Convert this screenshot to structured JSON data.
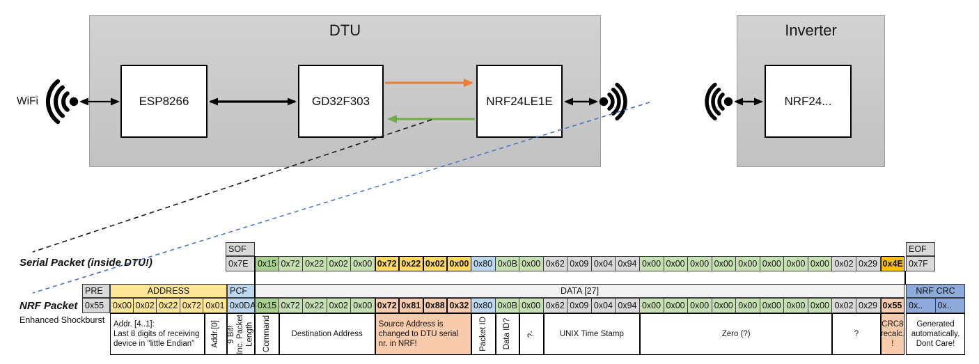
{
  "colors": {
    "accent_orange": "#ED7D31",
    "accent_green": "#70AD47",
    "dashed_blue": "#4472C4",
    "dashed_black": "#000000"
  },
  "diagram": {
    "wifi_label": "WiFi",
    "dtu_title": "DTU",
    "inverter_title": "Inverter",
    "esp_label": "ESP8266",
    "gd_label": "GD32F303",
    "nrf_dtu_label": "NRF24LE1E",
    "nrf_inv_label": "NRF24..."
  },
  "serial": {
    "label": "Serial Packet (inside DTU!)",
    "sof_header": "SOF",
    "sof_value": "0x7E",
    "eof_header": "EOF",
    "eof_value": "0x7F",
    "bytes": [
      {
        "v": "0x15",
        "c": "greend"
      },
      {
        "v": "0x72",
        "c": "green"
      },
      {
        "v": "0x22",
        "c": "green"
      },
      {
        "v": "0x02",
        "c": "green"
      },
      {
        "v": "0x00",
        "c": "green"
      },
      {
        "v": "0x72",
        "c": "gold",
        "b": 1
      },
      {
        "v": "0x22",
        "c": "gold",
        "b": 1
      },
      {
        "v": "0x02",
        "c": "gold",
        "b": 1
      },
      {
        "v": "0x00",
        "c": "gold",
        "b": 1
      },
      {
        "v": "0x80",
        "c": "blue"
      },
      {
        "v": "0x0B",
        "c": "green"
      },
      {
        "v": "0x00",
        "c": "green"
      },
      {
        "v": "0x62",
        "c": "gray"
      },
      {
        "v": "0x09",
        "c": "gray"
      },
      {
        "v": "0x04",
        "c": "gray"
      },
      {
        "v": "0x94",
        "c": "gray"
      },
      {
        "v": "0x00",
        "c": "green"
      },
      {
        "v": "0x00",
        "c": "green"
      },
      {
        "v": "0x00",
        "c": "green"
      },
      {
        "v": "0x00",
        "c": "green"
      },
      {
        "v": "0x00",
        "c": "green"
      },
      {
        "v": "0x00",
        "c": "green"
      },
      {
        "v": "0x00",
        "c": "green"
      },
      {
        "v": "0x00",
        "c": "green"
      },
      {
        "v": "0x02",
        "c": "gray"
      },
      {
        "v": "0x29",
        "c": "gray"
      },
      {
        "v": "0x4E",
        "c": "goldd",
        "b": 1
      }
    ]
  },
  "nrf": {
    "label": "NRF Packet",
    "sublabel": "Enhanced Shockburst",
    "pre_header": "PRE",
    "pre_value": "0x55",
    "address_header": "ADDRESS",
    "address_values": [
      "0x00",
      "0x02",
      "0x22",
      "0x72",
      "0x01"
    ],
    "pcf_header": "PCF",
    "pcf_value": "0x0DA",
    "data_header": "DATA [27]",
    "bytes": [
      {
        "v": "0x15",
        "c": "greend"
      },
      {
        "v": "0x72",
        "c": "green"
      },
      {
        "v": "0x22",
        "c": "green"
      },
      {
        "v": "0x02",
        "c": "green"
      },
      {
        "v": "0x00",
        "c": "green"
      },
      {
        "v": "0x72",
        "c": "salmon",
        "b": 1
      },
      {
        "v": "0x81",
        "c": "salmon",
        "b": 1
      },
      {
        "v": "0x88",
        "c": "salmon",
        "b": 1
      },
      {
        "v": "0x32",
        "c": "salmon",
        "b": 1
      },
      {
        "v": "0x80",
        "c": "blue"
      },
      {
        "v": "0x0B",
        "c": "green"
      },
      {
        "v": "0x00",
        "c": "green"
      },
      {
        "v": "0x62",
        "c": "gray"
      },
      {
        "v": "0x09",
        "c": "gray"
      },
      {
        "v": "0x04",
        "c": "gray"
      },
      {
        "v": "0x94",
        "c": "gray"
      },
      {
        "v": "0x00",
        "c": "green"
      },
      {
        "v": "0x00",
        "c": "green"
      },
      {
        "v": "0x00",
        "c": "green"
      },
      {
        "v": "0x00",
        "c": "green"
      },
      {
        "v": "0x00",
        "c": "green"
      },
      {
        "v": "0x00",
        "c": "green"
      },
      {
        "v": "0x00",
        "c": "green"
      },
      {
        "v": "0x00",
        "c": "green"
      },
      {
        "v": "0x02",
        "c": "gray"
      },
      {
        "v": "0x29",
        "c": "gray"
      },
      {
        "v": "0x55",
        "c": "salmon",
        "b": 1
      }
    ],
    "crc_header": "NRF CRC",
    "crc_values": [
      "0x..",
      "0x.."
    ]
  },
  "annotations": [
    {
      "id": "addr-4-1",
      "text": "Addr. [4..1]:\nLast 8 digits of receiving\ndevice in \"little Endian\"",
      "align": "left"
    },
    {
      "id": "addr-0",
      "text": "Addr.[0]",
      "vertical": true
    },
    {
      "id": "pcf-9bit",
      "text": "9 Bit!\nInc. Packet\nLength",
      "vertical": true
    },
    {
      "id": "command",
      "text": "Command",
      "vertical": true
    },
    {
      "id": "destination-address",
      "text": "Destination Address"
    },
    {
      "id": "source-address-note",
      "text": "Source Address is\nchanged to DTU serial\nnr. in NRF!",
      "color": "salmon",
      "align": "left"
    },
    {
      "id": "packet-id",
      "text": "Packet ID",
      "vertical": true
    },
    {
      "id": "data-id",
      "text": "Data ID?",
      "vertical": true
    },
    {
      "id": "unknown-1",
      "text": "?-",
      "vertical": true
    },
    {
      "id": "unix-time-stamp",
      "text": "UNIX Time Stamp"
    },
    {
      "id": "zero",
      "text": "Zero (?)"
    },
    {
      "id": "unknown-2",
      "text": "?"
    },
    {
      "id": "crc8-recalc",
      "text": "CRC8\nrecalc.\n!",
      "color": "salmon"
    },
    {
      "id": "nrf-crc-note",
      "text": "Generated\nautomatically.\nDont Care!"
    }
  ]
}
